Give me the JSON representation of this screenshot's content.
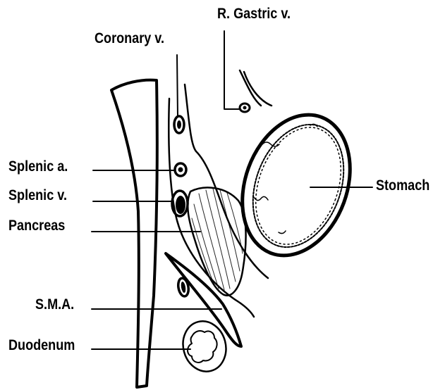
{
  "labels": {
    "coronary_v": "Coronary v.",
    "r_gastric_v": "R. Gastric v.",
    "splenic_a": "Splenic a.",
    "splenic_v": "Splenic v.",
    "pancreas": "Pancreas",
    "sma": "S.M.A.",
    "duodenum": "Duodenum",
    "stomach": "Stomach"
  },
  "colors": {
    "ink": "#000000",
    "background": "#ffffff"
  }
}
